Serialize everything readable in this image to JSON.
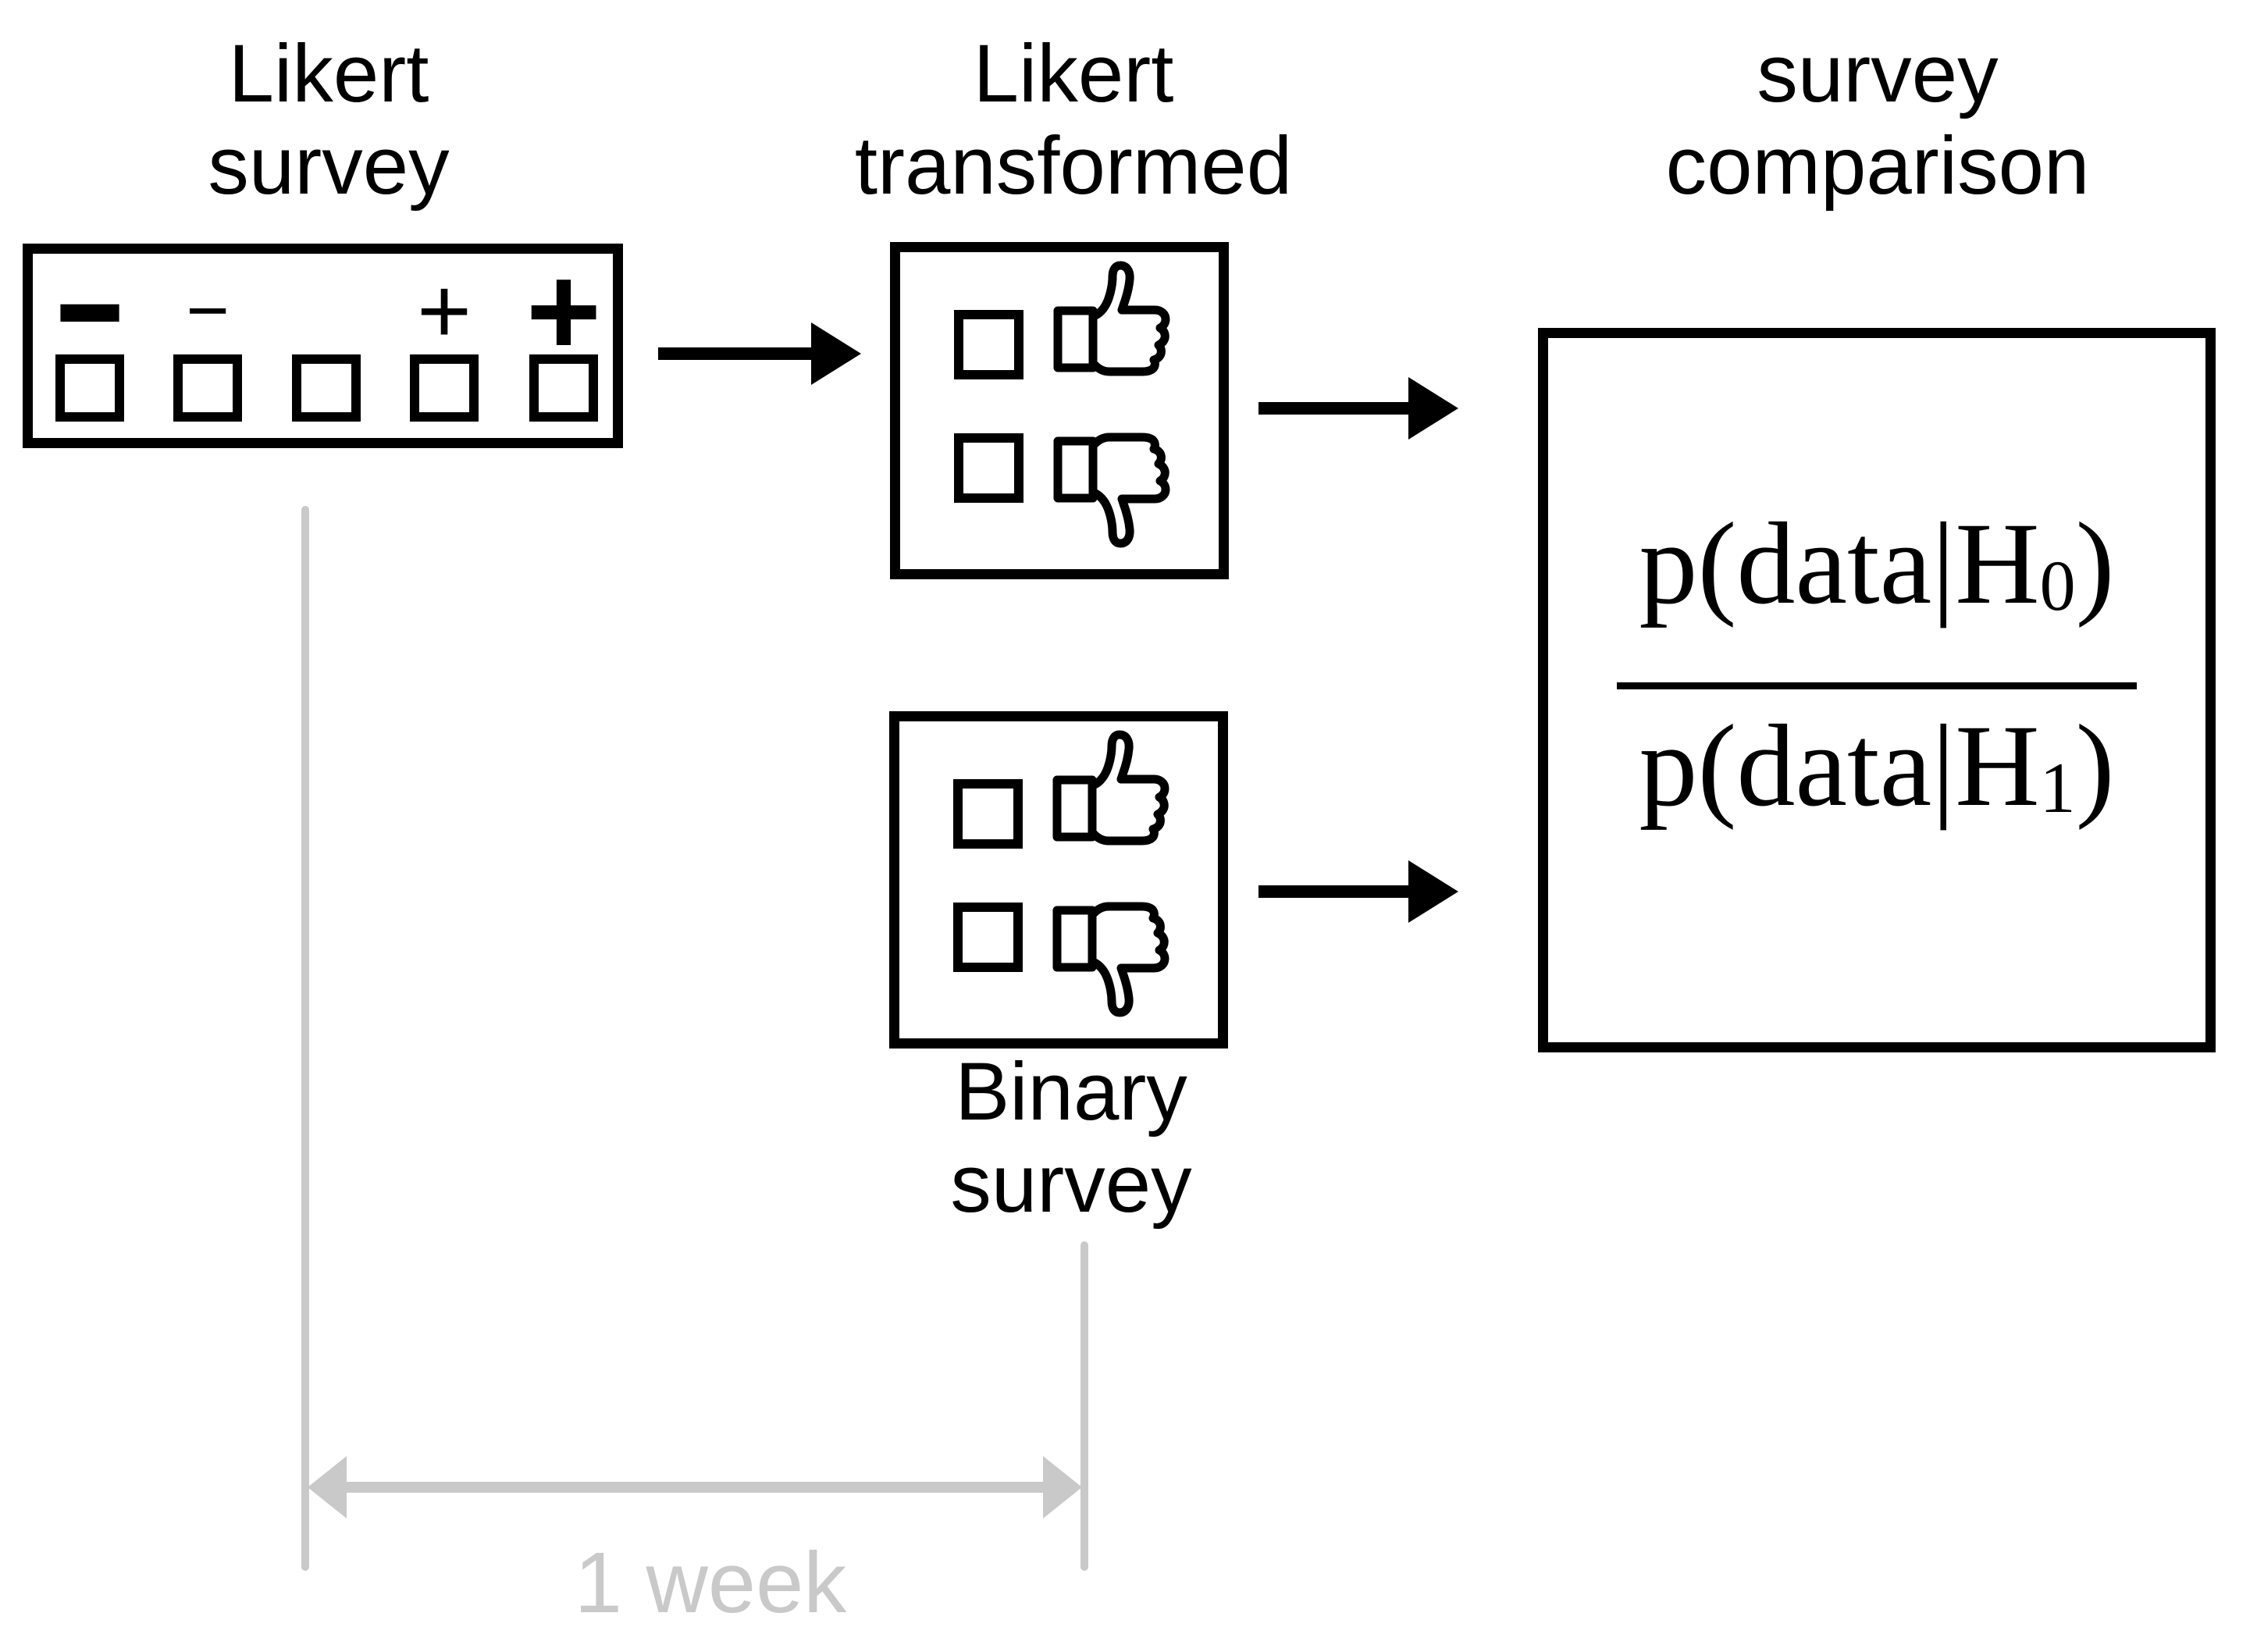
{
  "colors": {
    "ink": "#000000",
    "muted_gray": "#c9c9c9",
    "background": "#ffffff"
  },
  "likert_survey": {
    "title_line1": "Likert",
    "title_line2": "survey",
    "options": [
      {
        "name": "strongly-negative",
        "glyph": "−"
      },
      {
        "name": "negative",
        "glyph": "−"
      },
      {
        "name": "neutral",
        "glyph": ""
      },
      {
        "name": "positive",
        "glyph": "+"
      },
      {
        "name": "strongly-positive",
        "glyph": "+"
      }
    ]
  },
  "likert_transformed": {
    "title_line1": "Likert",
    "title_line2": "transformed",
    "rows": [
      {
        "icon": "thumbs-up"
      },
      {
        "icon": "thumbs-down"
      }
    ]
  },
  "binary_survey": {
    "title_line1": "Binary",
    "title_line2": "survey",
    "rows": [
      {
        "icon": "thumbs-up"
      },
      {
        "icon": "thumbs-down"
      }
    ]
  },
  "survey_comparison": {
    "title_line1": "survey",
    "title_line2": "comparison",
    "formula": {
      "numerator_main": "p(data|H",
      "numerator_sub": "0",
      "numerator_close": ")",
      "denominator_main": "p(data|H",
      "denominator_sub": "1",
      "denominator_close": ")"
    }
  },
  "timeline": {
    "duration_label": "1 week"
  }
}
